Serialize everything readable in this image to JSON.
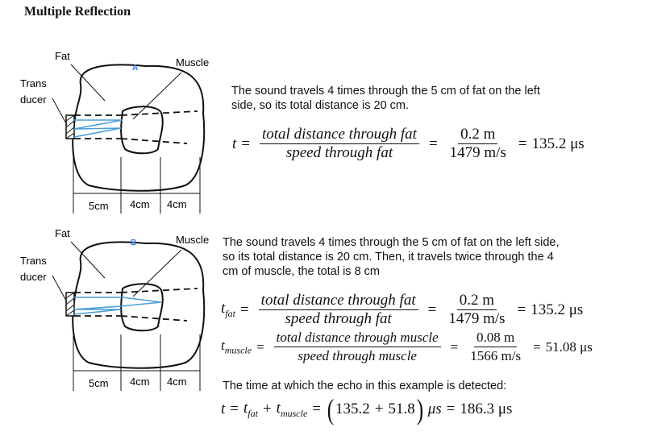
{
  "title": "Multiple Reflection",
  "diagram_a": {
    "fat": "Fat",
    "letter": "A",
    "muscle": "Muscle",
    "trans": "Trans",
    "ducer": "ducer",
    "d1": "5cm",
    "d2": "4cm",
    "d3": "4cm"
  },
  "diagram_b": {
    "fat": "Fat",
    "letter": "B",
    "muscle": "Muscle",
    "trans": "Trans",
    "ducer": "ducer",
    "d1": "5cm",
    "d2": "4cm",
    "d3": "4cm"
  },
  "section_a": {
    "text_1": "The sound travels 4 times through the 5 cm of fat on the left",
    "text_2": "side, so its total distance is 20 cm.",
    "eq": {
      "lhs": "t",
      "num": "total distance through fat",
      "den": "speed through fat",
      "num2": "0.2 m",
      "den2": "1479 m/s",
      "result": "135.2 μs"
    }
  },
  "section_b": {
    "text_1": "The sound travels 4 times through the 5 cm of fat on the left side,",
    "text_2": "so its total distance is 20 cm.  Then, it travels twice through the 4",
    "text_3": "cm of muscle, the total is 8 cm",
    "eq1": {
      "lhs": "t",
      "sub": "fat",
      "num": "total distance through fat",
      "den": "speed through fat",
      "num2": "0.2 m",
      "den2": "1479 m/s",
      "result": "135.2 μs"
    },
    "eq2": {
      "lhs": "t",
      "sub": "muscle",
      "num": "total distance through muscle",
      "den": "speed through muscle",
      "num2": "0.08 m",
      "den2": "1566 m/s",
      "result": "51.08 μs"
    },
    "echo_text": "The time at which the echo in this example is detected:",
    "final": {
      "lhs": "t",
      "t1": "t",
      "s1": "fat",
      "t2": "t",
      "s2": "muscle",
      "a": "135.2",
      "b": "51.8",
      "unit": "μs",
      "result": "186.3 μs"
    }
  },
  "colors": {
    "arrow": "#4a9fd8",
    "letter": "#2f7de0"
  }
}
